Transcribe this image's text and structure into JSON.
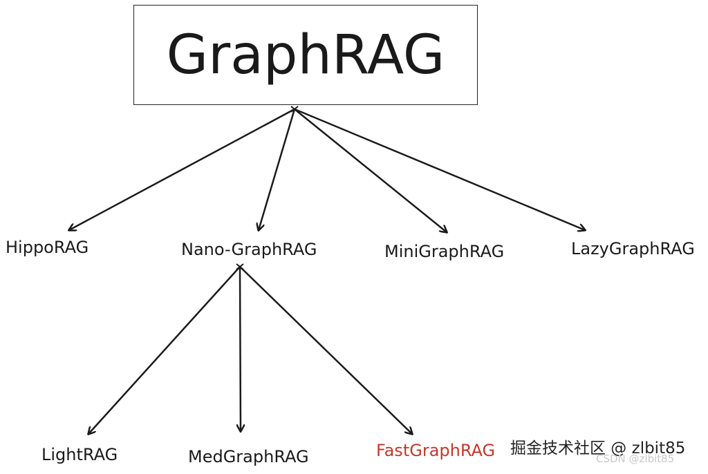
{
  "diagram": {
    "root": {
      "label": "GraphRAG"
    },
    "level1": [
      {
        "id": "hippo",
        "label": "HippoRAG"
      },
      {
        "id": "nano",
        "label": "Nano-GraphRAG"
      },
      {
        "id": "mini",
        "label": "MiniGraphRAG"
      },
      {
        "id": "lazy",
        "label": "LazyGraphRAG"
      }
    ],
    "level2": [
      {
        "id": "light",
        "label": "LightRAG",
        "parent": "nano"
      },
      {
        "id": "med",
        "label": "MedGraphRAG",
        "parent": "nano"
      },
      {
        "id": "fast",
        "label": "FastGraphRAG",
        "parent": "nano"
      }
    ],
    "edges": [
      {
        "from": "root",
        "to": "hippo"
      },
      {
        "from": "root",
        "to": "nano"
      },
      {
        "from": "root",
        "to": "mini"
      },
      {
        "from": "root",
        "to": "lazy"
      },
      {
        "from": "nano",
        "to": "light"
      },
      {
        "from": "nano",
        "to": "med"
      },
      {
        "from": "nano",
        "to": "fast"
      }
    ],
    "colors": {
      "line": "#1a1a1a",
      "highlight": "#c0392b"
    }
  },
  "watermark": {
    "main": "掘金技术社区 @ zlbit85",
    "csdn": "CSDN @zlbit85"
  }
}
